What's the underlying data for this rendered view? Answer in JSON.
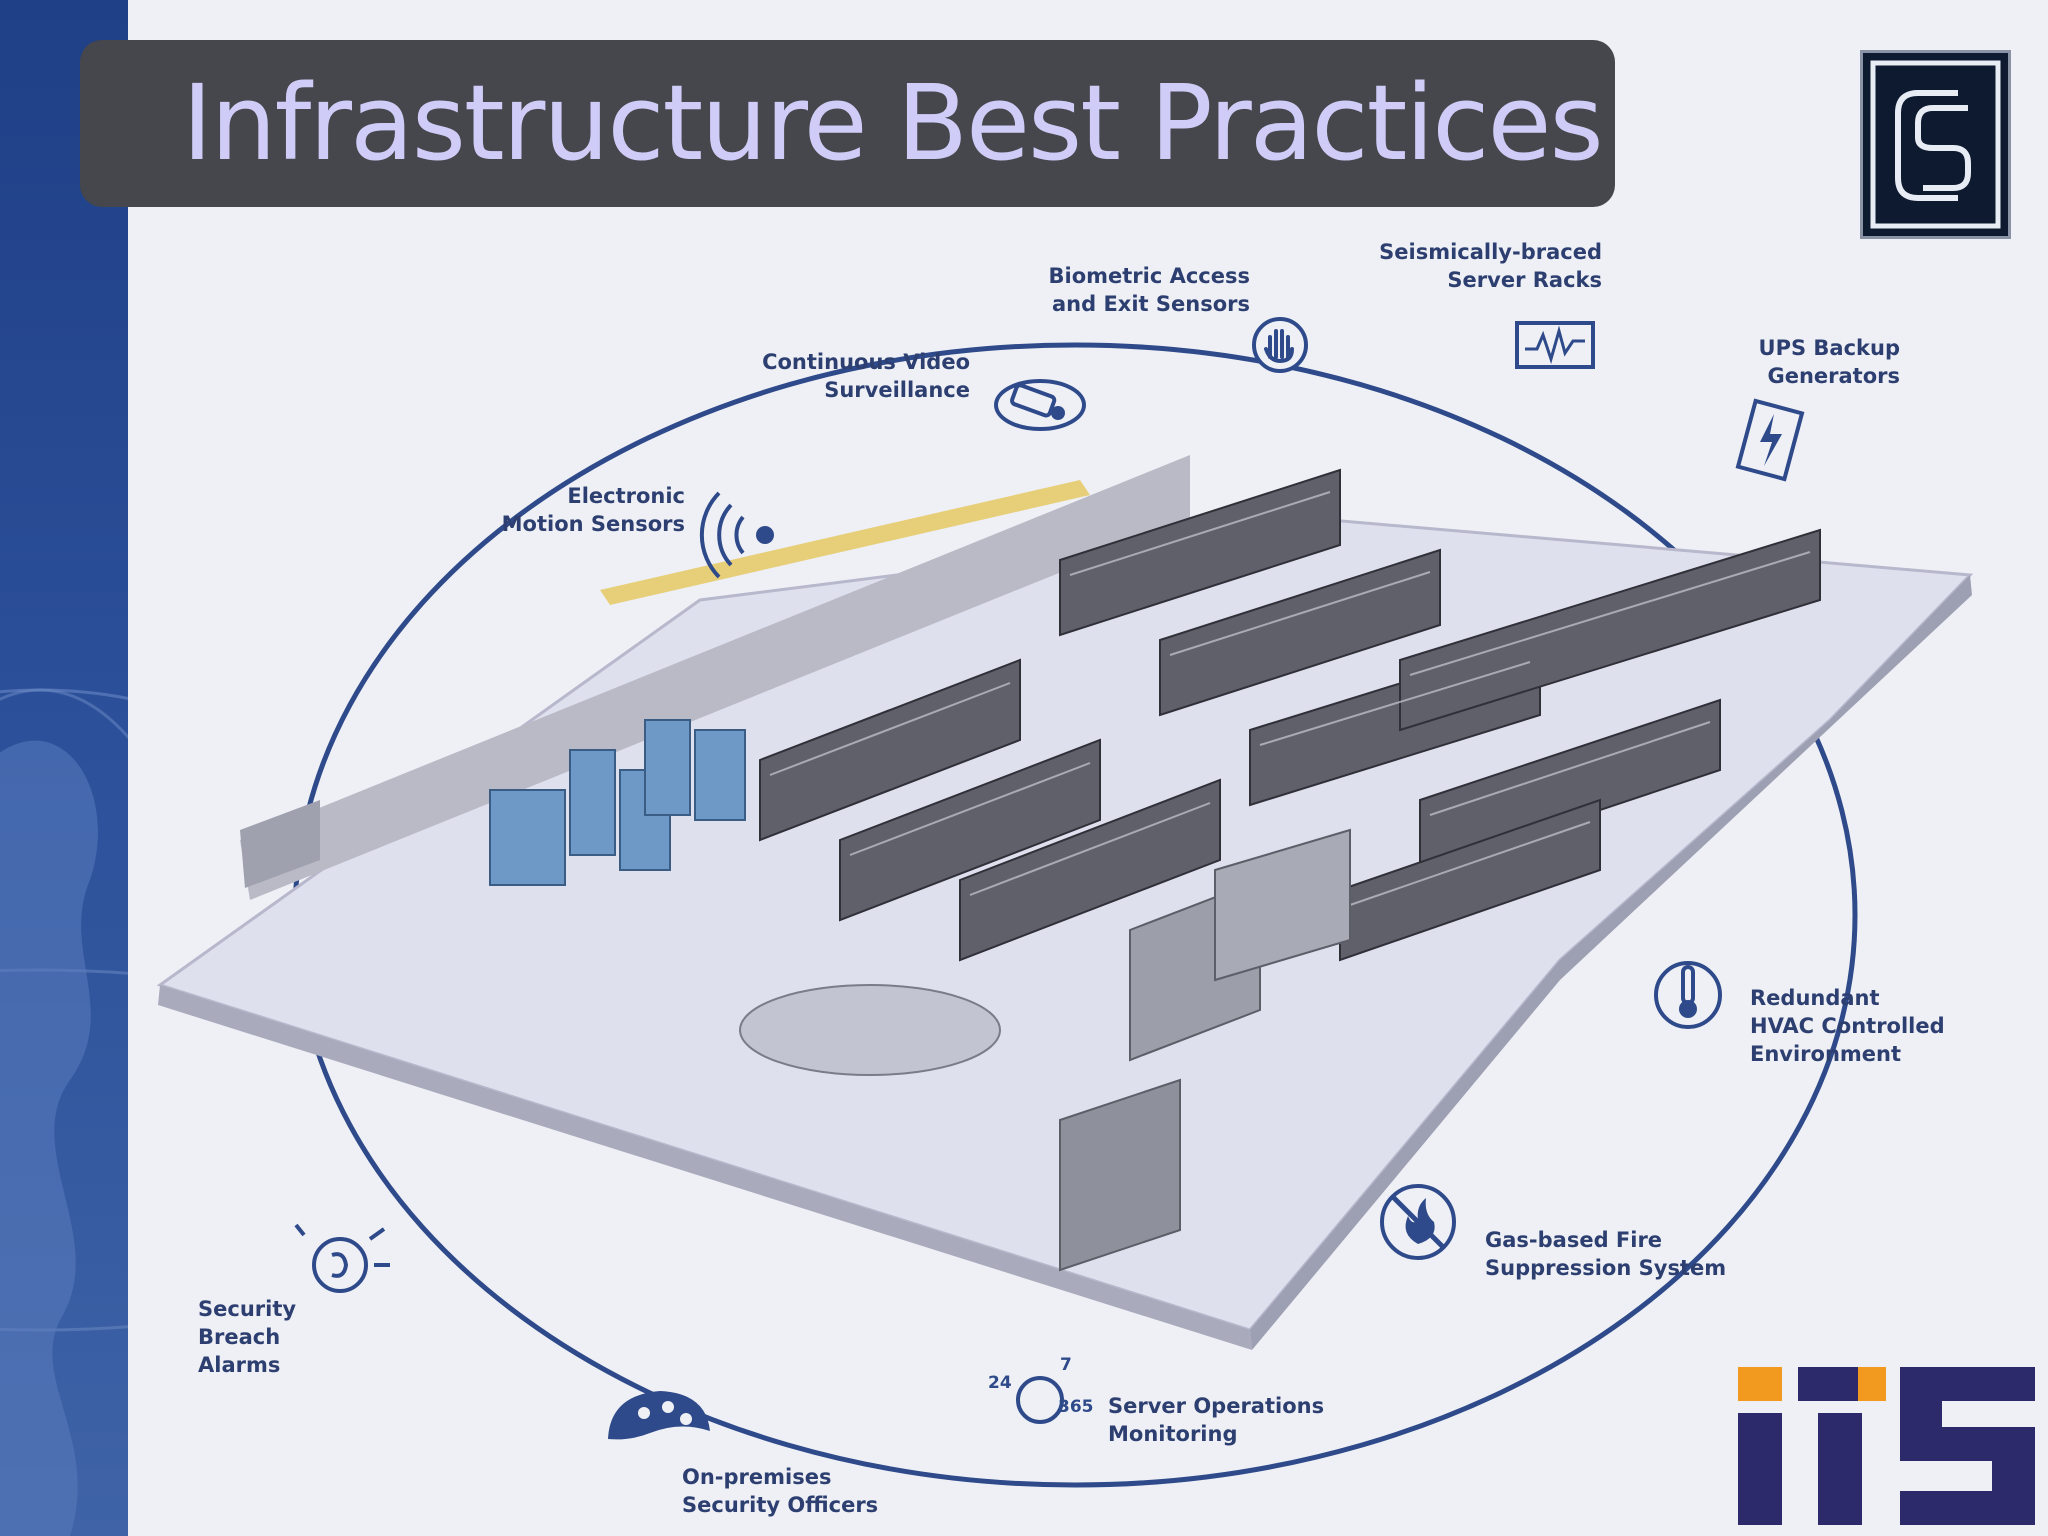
{
  "slide": {
    "title": "Infrastructure Best Practices"
  },
  "colors": {
    "sidebar": "#2b4f99",
    "title_bar": "#45474c",
    "title_text": "#cfcdf7",
    "ring": "#2f4a8a",
    "label_text": "#2d3f70",
    "its_orange": "#f29a1f",
    "its_navy": "#2c2a6b"
  },
  "features": [
    {
      "id": "biometric",
      "icon": "hand-icon",
      "lines": [
        "Biometric Access",
        "and Exit Sensors"
      ]
    },
    {
      "id": "racks",
      "icon": "seismic-rack-icon",
      "lines": [
        "Seismically-braced",
        "Server Racks"
      ]
    },
    {
      "id": "ups",
      "icon": "lightning-icon",
      "lines": [
        "UPS Backup",
        "Generators"
      ]
    },
    {
      "id": "video",
      "icon": "camera-icon",
      "lines": [
        "Continuous Video",
        "Surveillance"
      ]
    },
    {
      "id": "motion",
      "icon": "motion-sensor-icon",
      "lines": [
        "Electronic",
        "Motion Sensors"
      ]
    },
    {
      "id": "hvac",
      "icon": "thermometer-icon",
      "lines": [
        "Redundant",
        "HVAC Controlled",
        "Environment"
      ]
    },
    {
      "id": "fire",
      "icon": "fire-icon",
      "lines": [
        "Gas-based Fire",
        "Suppression System"
      ]
    },
    {
      "id": "monitoring",
      "icon": "clock-24-7-icon",
      "lines": [
        "Server Operations",
        "Monitoring"
      ]
    },
    {
      "id": "officers",
      "icon": "security-officers-icon",
      "lines": [
        "On-premises",
        "Security Officers"
      ]
    },
    {
      "id": "alarms",
      "icon": "alarm-icon",
      "lines": [
        "Security",
        "Breach",
        "Alarms"
      ]
    }
  ],
  "monitoring_icon_numbers": {
    "a": "24",
    "b": "7",
    "c": "365"
  },
  "logos": {
    "corner_logo": "CS",
    "bottom_logo": "ITS"
  }
}
